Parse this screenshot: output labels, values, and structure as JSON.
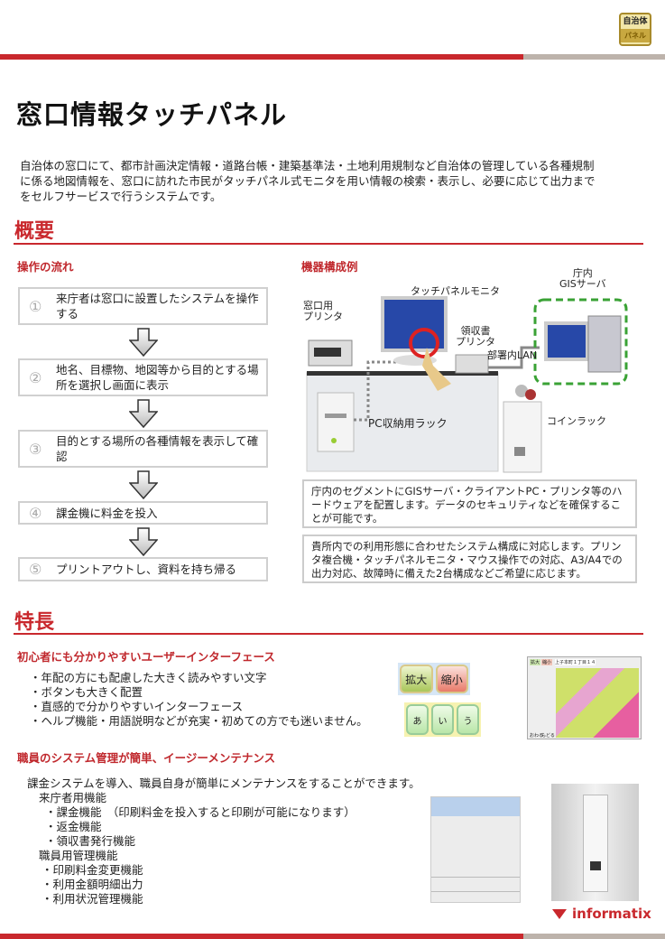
{
  "badge": {
    "line1": "自治体",
    "line2": "パネル"
  },
  "title": "窓口情報タッチパネル",
  "intro": [
    "自治体の窓口にて、都市計画決定情報・道路台帳・建築基準法・土地利用規制など自治体の管理している各種規制",
    "に係る地図情報を、窓口に訪れた市民がタッチパネル式モニタを用い情報の検索・表示し、必要に応じて出力まで",
    "をセルフサービスで行うシステムです。"
  ],
  "overview": {
    "heading": "概要",
    "flow": {
      "title": "操作の流れ",
      "steps": [
        {
          "num": "①",
          "text": "来庁者は窓口に設置したシステムを操作する"
        },
        {
          "num": "②",
          "text": "地名、目標物、地図等から目的とする場所を選択し画面に表示"
        },
        {
          "num": "③",
          "text": "目的とする場所の各種情報を表示して確認"
        },
        {
          "num": "④",
          "text": "課金機に料金を投入"
        },
        {
          "num": "⑤",
          "text": "プリントアウトし、資料を持ち帰る"
        }
      ]
    },
    "equipment": {
      "title": "機器構成例",
      "labels": {
        "window_printer": "窓口用\nプリンタ",
        "touch_monitor": "タッチパネルモニタ",
        "receipt_printer": "領収書\nプリンタ",
        "lan": "部署内LAN",
        "gis_server": "庁内\nGISサーバ",
        "pc_rack": "PC収納用ラック",
        "coin_rack": "コインラック"
      },
      "notes": [
        "庁内のセグメントにGISサーバ・クライアントPC・プリンタ等のハードウェアを配置します。データのセキュリティなどを確保することが可能です。",
        "貴所内での利用形態に合わせたシステム構成に対応します。プリンタ複合機・タッチパネルモニタ・マウス操作での対応、A3/A4での出力対応、故障時に備えた2台構成などご希望に応じます。"
      ]
    }
  },
  "features": {
    "heading": "特長",
    "ui": {
      "title": "初心者にも分かりやすいユーザーインターフェース",
      "bullets": [
        "・年配の方にも配慮した大きく読みやすい文字",
        "・ボタンも大きく配置",
        "・直感的で分かりやすいインターフェース",
        "・ヘルプ機能・用語説明などが充実・初めての方でも迷いません。"
      ],
      "sample_buttons": {
        "zoom_in": "拡大",
        "zoom_out": "縮小",
        "kana": [
          "あ",
          "い",
          "う"
        ]
      },
      "map_screen": {
        "zoom_in": "拡大",
        "zoom_out": "縮小",
        "address": "上子本町１丁目１４",
        "back": "おわる",
        "return": "もどる"
      }
    },
    "maintenance": {
      "title": "職員のシステム管理が簡単、イージーメンテナンス",
      "lines": [
        "課金システムを導入、職員自身が簡単にメンテナンスをすることができます。",
        "来庁者用機能",
        "・課金機能　（印刷料金を投入すると印刷が可能になります）",
        "・返金機能",
        "・領収書発行機能",
        "職員用管理機能",
        "・印刷料金変更機能",
        "・利用金額明細出力",
        "・利用状況管理機能"
      ]
    }
  },
  "logo": "informatix",
  "colors": {
    "accent": "#c9282d",
    "bar_gray": "#bdb3ab",
    "server_dash": "#3aa235"
  }
}
